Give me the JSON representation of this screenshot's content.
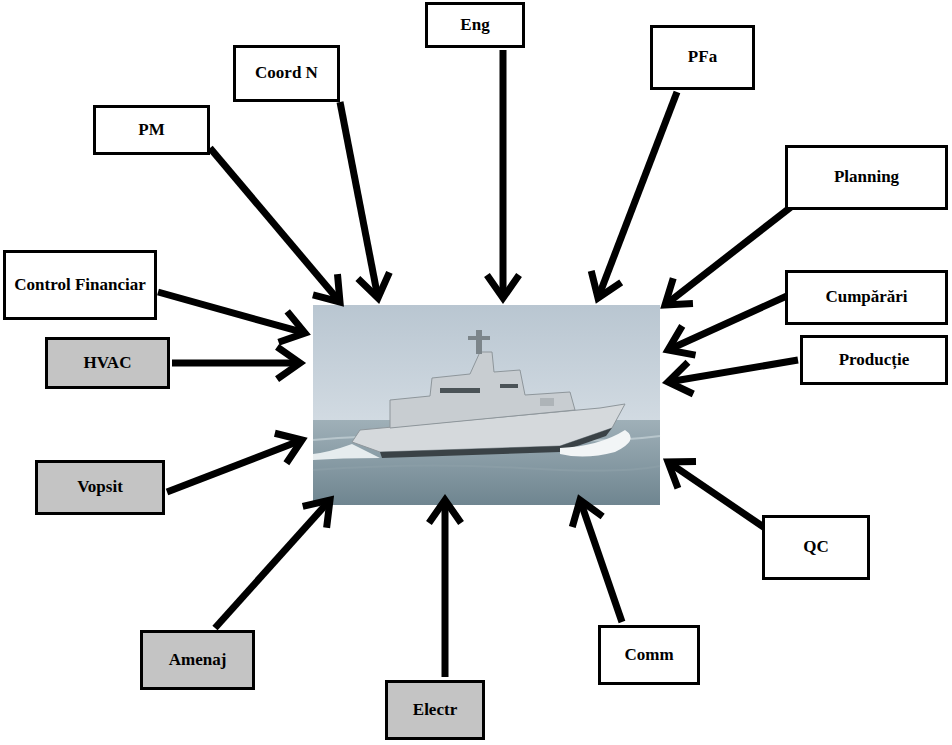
{
  "diagram": {
    "nodes": [
      {
        "text": [
          "Eng"
        ]
      },
      {
        "text": [
          "PFa"
        ]
      },
      {
        "text": [
          "Coord N"
        ]
      },
      {
        "text": [
          "PM"
        ]
      },
      {
        "text": [
          "Planning"
        ]
      },
      {
        "text": [
          "Control Financiar"
        ]
      },
      {
        "text": [
          "Cumpărări"
        ]
      },
      {
        "text": [
          "HVAC"
        ]
      },
      {
        "text": [
          "Producție"
        ]
      },
      {
        "text": [
          "Vopsit"
        ]
      },
      {
        "text": [
          "QC"
        ]
      },
      {
        "text": [
          "Amenaj"
        ]
      },
      {
        "text": [
          "Comm"
        ]
      },
      {
        "text": [
          "Electr"
        ]
      }
    ]
  }
}
